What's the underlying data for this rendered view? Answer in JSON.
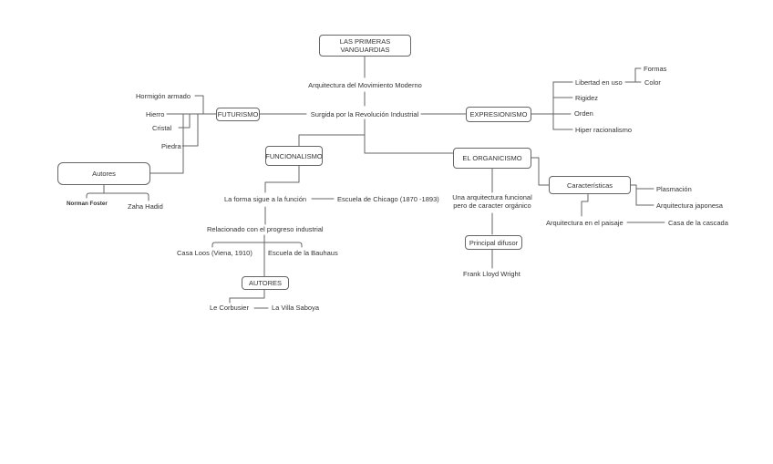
{
  "diagram": {
    "type": "concept-map",
    "topic": "LAS PRIMERAS VANGUARDIAS",
    "colors": {
      "line": "#666666",
      "text": "#333333",
      "node_bg": "#ffffff"
    }
  },
  "nodes": {
    "las_primeras_vanguardias": "LAS PRIMERAS VANGUARDIAS",
    "arquitectura_mov_moderno": "Arquitectura del Movimiento Moderno",
    "surgida": "Surgida por la Revolución Industrial",
    "futurismo": "FUTURISMO",
    "expresionismo": "EXPRESIONISMO",
    "hormigon_armado": "Hormigón armado",
    "hierro": "Hierro",
    "cristal": "Cristal",
    "piedra": "Piedra",
    "autores_materiales": "Autores",
    "norman_foster": "Norman Foster",
    "zaha_hadid": "Zaha Hadid",
    "libertad_en_uso": "Libertad en uso",
    "formas": "Formas",
    "color": "Color",
    "rigidez": "Rigidez",
    "orden": "Orden",
    "hiper_racionalismo": "Hiper racionalismo",
    "funcionalismo": "FUNCIONALISMO",
    "el_organicismo": "EL ORGANICISMO",
    "la_forma": "La forma sigue a la función",
    "escuela_chicago": "Escuela de Chicago (1870 -1893)",
    "una_arquitectura": "Una arquitectura funcional pero de caracter orgánico",
    "caracteristicas": "Características",
    "plasmacion": "Plasmación",
    "arquitectura_japonesa": "Arquitectura japonesa",
    "arquitectura_paisaje": "Arquitectura en el paisaje",
    "casa_cascada": "Casa de la cascada",
    "relacionado": "Relacionado con el progreso industrial",
    "casa_loos": "Casa Loos (Viena, 1910)",
    "escuela_bauhaus": "Escuela de la Bauhaus",
    "autores_funcionalismo": "AUTORES",
    "le_corbusier": "Le Corbusier",
    "la_villa_saboya": "La Villa Saboya",
    "principal_difusor": "Principal difusor",
    "frank_lloyd_wright": "Frank Lloyd Wright"
  },
  "edges": [
    [
      "las_primeras_vanguardias",
      "arquitectura_mov_moderno"
    ],
    [
      "arquitectura_mov_moderno",
      "surgida"
    ],
    [
      "futurismo",
      "surgida"
    ],
    [
      "surgida",
      "expresionismo"
    ],
    [
      "surgida",
      "funcionalismo"
    ],
    [
      "surgida",
      "el_organicismo"
    ],
    [
      "hormigon_armado",
      "futurismo"
    ],
    [
      "hierro",
      "futurismo"
    ],
    [
      "cristal",
      "futurismo"
    ],
    [
      "piedra",
      "futurismo"
    ],
    [
      "autores_materiales",
      "futurismo"
    ],
    [
      "autores_materiales",
      "norman_foster"
    ],
    [
      "autores_materiales",
      "zaha_hadid"
    ],
    [
      "expresionismo",
      "libertad_en_uso"
    ],
    [
      "libertad_en_uso",
      "formas"
    ],
    [
      "libertad_en_uso",
      "color"
    ],
    [
      "expresionismo",
      "rigidez"
    ],
    [
      "expresionismo",
      "orden"
    ],
    [
      "expresionismo",
      "hiper_racionalismo"
    ],
    [
      "funcionalismo",
      "la_forma"
    ],
    [
      "la_forma",
      "escuela_chicago"
    ],
    [
      "la_forma",
      "relacionado"
    ],
    [
      "relacionado",
      "casa_loos"
    ],
    [
      "relacionado",
      "escuela_bauhaus"
    ],
    [
      "relacionado",
      "autores_funcionalismo"
    ],
    [
      "autores_funcionalismo",
      "le_corbusier"
    ],
    [
      "le_corbusier",
      "la_villa_saboya"
    ],
    [
      "el_organicismo",
      "una_arquitectura"
    ],
    [
      "una_arquitectura",
      "principal_difusor"
    ],
    [
      "principal_difusor",
      "frank_lloyd_wright"
    ],
    [
      "el_organicismo",
      "caracteristicas"
    ],
    [
      "caracteristicas",
      "plasmacion"
    ],
    [
      "caracteristicas",
      "arquitectura_japonesa"
    ],
    [
      "caracteristicas",
      "arquitectura_paisaje"
    ],
    [
      "arquitectura_paisaje",
      "casa_cascada"
    ]
  ]
}
